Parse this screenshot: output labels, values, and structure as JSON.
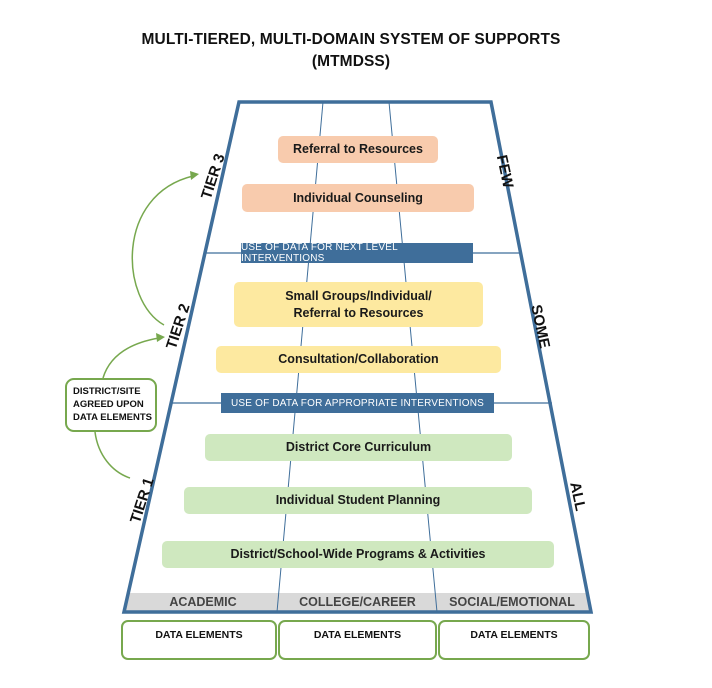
{
  "title": {
    "line1": "MULTI-TIERED, MULTI-DOMAIN SYSTEM OF SUPPORTS",
    "line2": "(MTMDSS)"
  },
  "colors": {
    "outline": "#3f6e9a",
    "tier3_box": "#f8cbad",
    "tier2_box": "#fde9a0",
    "tier1_box": "#cfe8bf",
    "band": "#3f6e9a",
    "arrow_green": "#77a84e",
    "domain_bar": "#d9d9d9"
  },
  "tiers": {
    "tier3": {
      "label": "TIER 3",
      "side_label": "FEW",
      "items": [
        "Referral to Resources",
        "Individual Counseling"
      ]
    },
    "tier2": {
      "label": "TIER 2",
      "side_label": "SOME",
      "items": [
        "Small Groups/Individual/ Referral to Resources",
        "Consultation/Collaboration"
      ],
      "item0_line1": "Small Groups/Individual/",
      "item0_line2": "Referral to Resources"
    },
    "tier1": {
      "label": "TIER 1",
      "side_label": "ALL",
      "items": [
        "District Core Curriculum",
        "Individual Student Planning",
        "District/School-Wide Programs & Activities"
      ]
    }
  },
  "bands": {
    "upper": "USE OF DATA FOR NEXT LEVEL INTERVENTIONS",
    "lower": "USE OF DATA FOR APPROPRIATE INTERVENTIONS"
  },
  "domains": [
    "ACADEMIC",
    "COLLEGE/CAREER",
    "SOCIAL/EMOTIONAL"
  ],
  "data_elements": [
    "DATA ELEMENTS",
    "DATA ELEMENTS",
    "DATA ELEMENTS"
  ],
  "district_site_box": {
    "line1": "DISTRICT/SITE",
    "line2": "AGREED UPON",
    "line3": "DATA ELEMENTS"
  }
}
